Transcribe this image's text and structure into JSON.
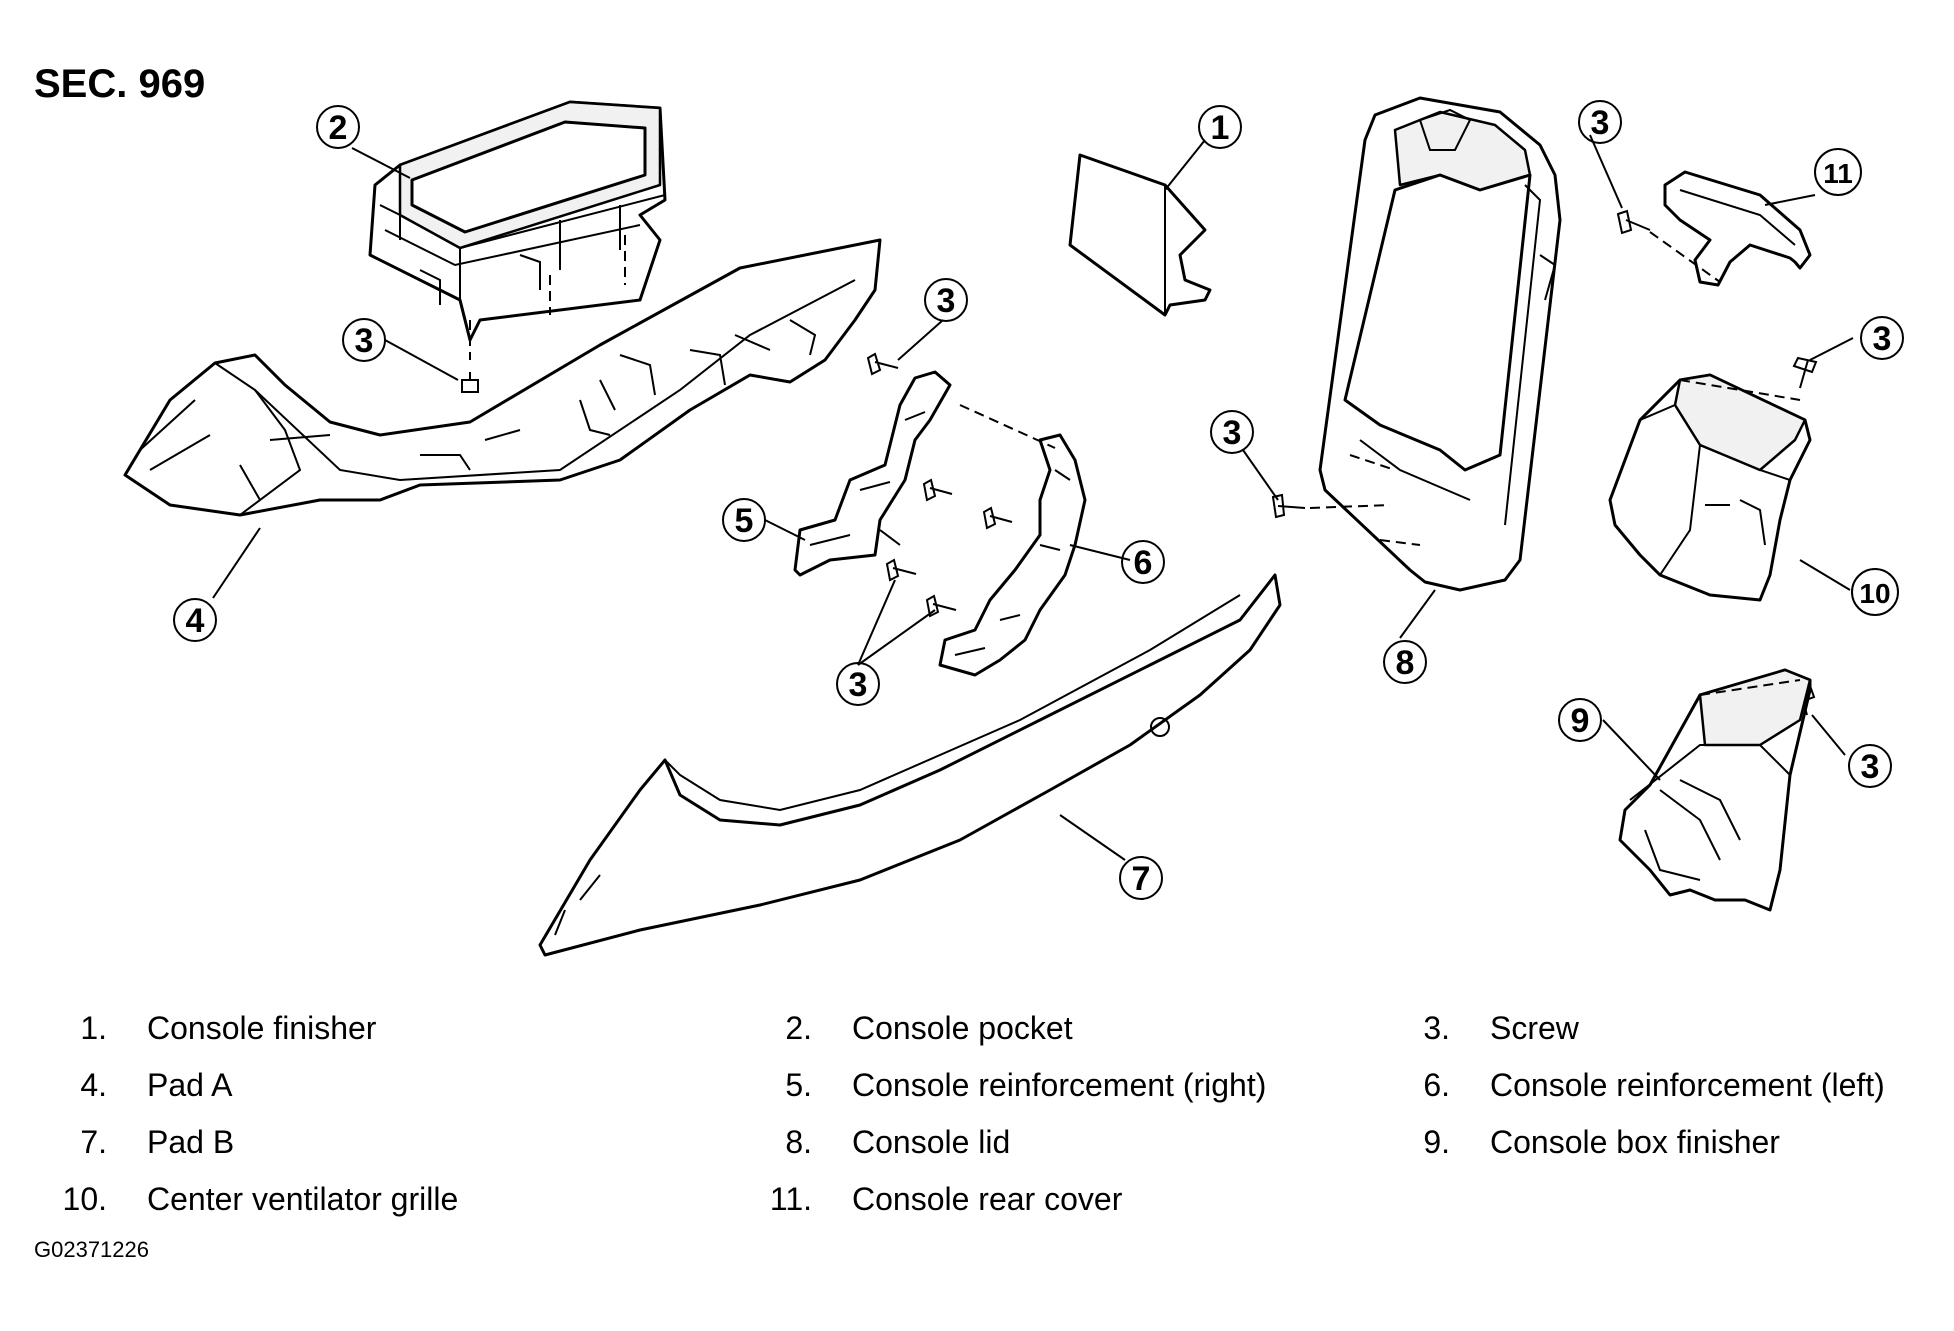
{
  "section_title": "SEC. 969",
  "figure_code": "G02371226",
  "parts": [
    {
      "num": "1.",
      "label": "Console finisher"
    },
    {
      "num": "2.",
      "label": "Console pocket"
    },
    {
      "num": "3.",
      "label": "Screw"
    },
    {
      "num": "4.",
      "label": "Pad A"
    },
    {
      "num": "5.",
      "label": "Console reinforcement (right)"
    },
    {
      "num": "6.",
      "label": "Console reinforcement (left)"
    },
    {
      "num": "7.",
      "label": "Pad B"
    },
    {
      "num": "8.",
      "label": "Console lid"
    },
    {
      "num": "9.",
      "label": "Console box finisher"
    },
    {
      "num": "10.",
      "label": "Center ventilator grille"
    },
    {
      "num": "11.",
      "label": "Console rear cover"
    }
  ],
  "callouts": {
    "c1": "1",
    "c2": "2",
    "c3a": "3",
    "c3b": "3",
    "c3c": "3",
    "c3d": "3",
    "c3e": "3",
    "c3f": "3",
    "c3g": "3",
    "c4": "4",
    "c5": "5",
    "c6": "6",
    "c7": "7",
    "c8": "8",
    "c9": "9",
    "c10": "10",
    "c11": "11"
  }
}
